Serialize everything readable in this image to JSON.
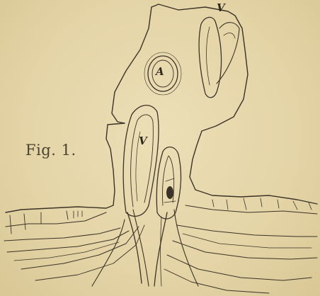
{
  "figure": {
    "label": "Fig. 1.",
    "letters": {
      "v_top": "V",
      "v_mid": "V",
      "a": "A"
    }
  }
}
